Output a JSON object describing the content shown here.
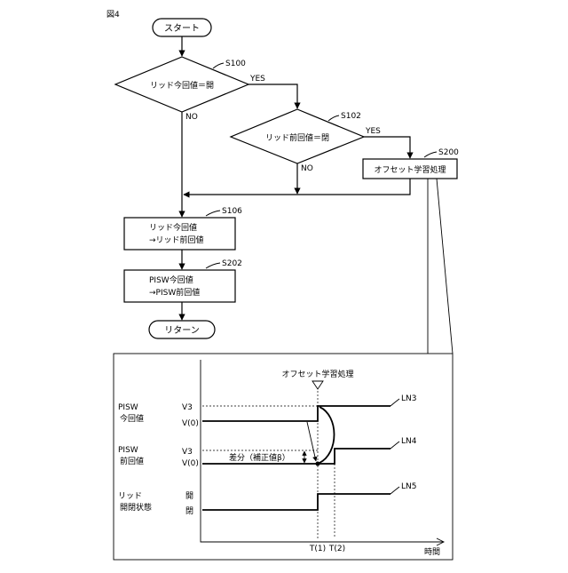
{
  "figure_label": "図4",
  "flowchart": {
    "start": "スタート",
    "decision1": {
      "step": "S100",
      "text": "リッド今回値＝開",
      "yes": "YES",
      "no": "NO"
    },
    "decision2": {
      "step": "S102",
      "text": "リッド前回値＝閉",
      "yes": "YES",
      "no": "NO"
    },
    "offset_box": {
      "step": "S200",
      "text": "オフセット学習処理"
    },
    "process1": {
      "step": "S106",
      "line1": "リッド今回値",
      "line2": "→リッド前回値"
    },
    "process2": {
      "step": "S202",
      "line1": "PISW今回値",
      "line2": "→PISW前回値"
    },
    "end": "リターン"
  },
  "timing": {
    "marker_label": "オフセット学習処理",
    "rows": [
      {
        "label1": "PISW",
        "label2": "今回値",
        "high": "V3",
        "low": "V(0)",
        "line": "LN3"
      },
      {
        "label1": "PISW",
        "label2": "前回値",
        "high": "V3",
        "low": "V(0)",
        "line": "LN4"
      },
      {
        "label1": "リッド",
        "label2": "開閉状態",
        "high": "開",
        "low": "閉",
        "line": "LN5"
      }
    ],
    "difference_label": "差分（補正値β）",
    "t1": "T(1)",
    "t2": "T(2)",
    "time_axis": "時間"
  }
}
